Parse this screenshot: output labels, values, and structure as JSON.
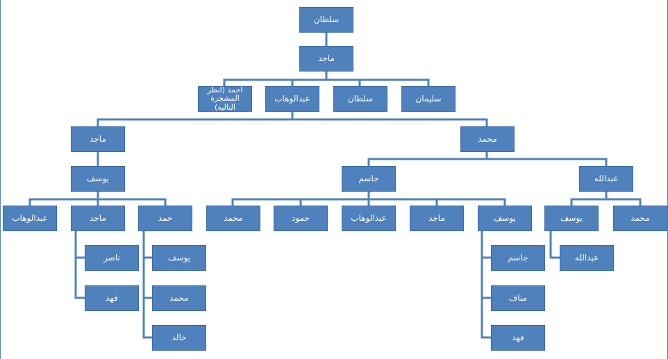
{
  "colors": {
    "box_fill": "#4f81bd",
    "connector": "#4f81bd",
    "text": "#ffffff"
  },
  "tree": {
    "root": "سلطان",
    "level1": "ماجد",
    "level2": {
      "ahmad": "أحمد (انظر المشجرة التالية)",
      "abdulwahhab": "عبدالوهاب",
      "sultan": "سلطان",
      "sulaiman": "سليمان"
    },
    "left_branch": {
      "majid": "ماجد",
      "yusuf": "يوسف",
      "abdulwahhab": "عبدالوهاب",
      "majid2": "ماجد",
      "hamad": "حمد",
      "nasser": "ناصر",
      "fahad": "فهد",
      "yusuf2": "يوسف",
      "muhammad": "محمد",
      "khalid": "خالد"
    },
    "right_branch": {
      "muhammad": "محمد",
      "jasim": "جاسم",
      "abdullah": "عبدالله",
      "j_muhammad": "محمد",
      "j_hamud": "حمود",
      "j_abdulwahhab": "عبدالوهاب",
      "j_majid": "ماجد",
      "j_yusuf": "يوسف",
      "y_jasim": "جاسم",
      "y_manaf": "مناف",
      "y_fahad": "فهد",
      "a_yusuf": "يوسف",
      "a_muhammad": "محمد",
      "ay_abdullah": "عبدالله"
    }
  }
}
